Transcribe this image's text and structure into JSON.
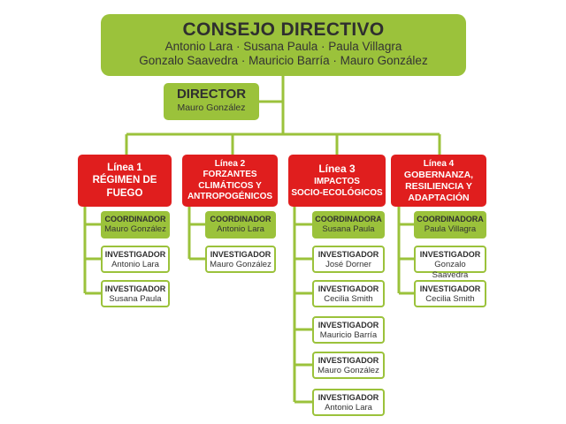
{
  "council": {
    "title": "CONSEJO DIRECTIVO",
    "members_line1": "Antonio Lara · Susana Paula · Paula Villagra",
    "members_line2": "Gonzalo Saavedra · Mauricio Barría · Mauro González"
  },
  "director": {
    "title": "DIRECTOR",
    "name": "Mauro González"
  },
  "lines": [
    {
      "title": [
        "Línea 1",
        "RÉGIMEN DE",
        "FUEGO"
      ],
      "coordinator": {
        "role": "COORDINADOR",
        "name": "Mauro González"
      },
      "researchers": [
        {
          "role": "INVESTIGADOR",
          "name": "Antonio Lara"
        },
        {
          "role": "INVESTIGADOR",
          "name": "Susana Paula"
        }
      ]
    },
    {
      "title": [
        "Línea 2",
        "FORZANTES",
        "CLIMÁTICOS Y",
        "ANTROPOGÉNICOS"
      ],
      "coordinator": {
        "role": "COORDINADOR",
        "name": "Antonio Lara"
      },
      "researchers": [
        {
          "role": "INVESTIGADOR",
          "name": "Mauro González"
        }
      ]
    },
    {
      "title": [
        "Línea 3",
        "IMPACTOS",
        "SOCIO-ECOLÓGICOS"
      ],
      "coordinator": {
        "role": "COORDINADORA",
        "name": "Susana Paula"
      },
      "researchers": [
        {
          "role": "INVESTIGADOR",
          "name": "José Dorner"
        },
        {
          "role": "INVESTIGADOR",
          "name": "Cecilia Smith"
        },
        {
          "role": "INVESTIGADOR",
          "name": "Mauricio Barría"
        },
        {
          "role": "INVESTIGADOR",
          "name": "Mauro González"
        },
        {
          "role": "INVESTIGADOR",
          "name": "Antonio Lara"
        }
      ]
    },
    {
      "title": [
        "Línea 4",
        "GOBERNANZA,",
        "RESILIENCIA Y",
        "ADAPTACIÓN"
      ],
      "coordinator": {
        "role": "COORDINADORA",
        "name": "Paula Villagra"
      },
      "researchers": [
        {
          "role": "INVESTIGADOR",
          "name": "Gonzalo Saavedra"
        },
        {
          "role": "INVESTIGADOR",
          "name": "Cecilia Smith"
        }
      ]
    }
  ],
  "colors": {
    "green": "#9bc23b",
    "red": "#e01e1e"
  }
}
